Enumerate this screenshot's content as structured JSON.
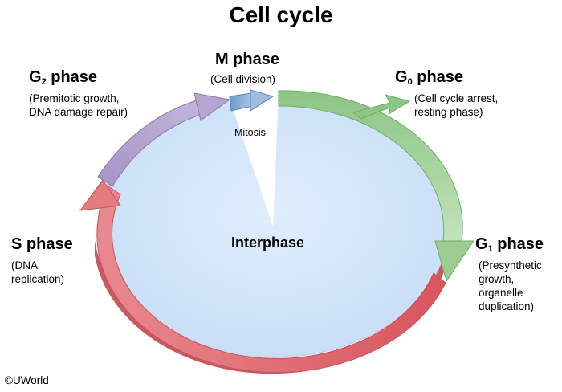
{
  "title": "Cell cycle",
  "center_label": "Interphase",
  "mitosis_label": "Mitosis",
  "phases": {
    "m": {
      "name": "M phase",
      "description": "(Cell division)"
    },
    "g0": {
      "name_main": "G",
      "name_sub": "0",
      "name_rest": " phase",
      "description_line1": "(Cell cycle arrest,",
      "description_line2": "resting phase)"
    },
    "g1": {
      "name_main": "G",
      "name_sub": "1",
      "name_rest": " phase",
      "description_line1": "(Presynthetic",
      "description_line2": "growth,",
      "description_line3": "organelle",
      "description_line4": "duplication)"
    },
    "s": {
      "name": "S phase",
      "description_line1": "(DNA",
      "description_line2": "replication)"
    },
    "g2": {
      "name_main": "G",
      "name_sub": "2",
      "name_rest": " phase",
      "description_line1": "(Premitotic growth,",
      "description_line2": "DNA damage repair)"
    }
  },
  "credit": "©UWorld",
  "colors": {
    "interphase_fill": "#d6e8fb",
    "g1_arrow": "#a8d5a0",
    "s_arrow": "#e88e92",
    "g2_arrow": "#b6a5d1",
    "m_arrow": "#8fb4db"
  }
}
